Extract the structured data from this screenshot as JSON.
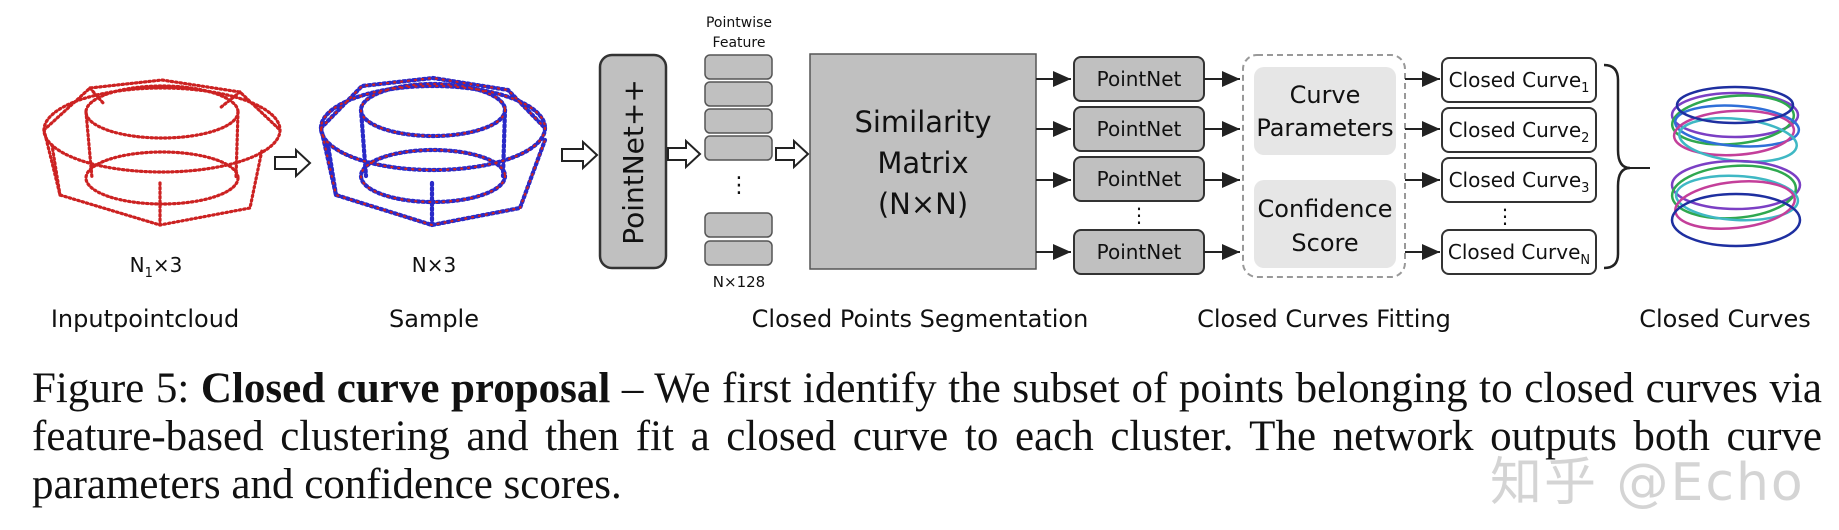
{
  "diagram": {
    "input_cloud": {
      "dim_label_n": "N",
      "dim_label_sub": "1",
      "dim_label_rest": "×3",
      "section_label": "Inputpointcloud"
    },
    "sample": {
      "dim_label": "N×3",
      "section_label": "Sample"
    },
    "pointnetpp_label": "PointNet++",
    "pointwise_feature": {
      "title_line1": "Pointwise",
      "title_line2": "Feature",
      "dim_label": "N×128",
      "ellipsis": "⋮"
    },
    "similarity": {
      "line1": "Similarity",
      "line2": "Matrix",
      "line3": "(N×N)"
    },
    "segmentation_label": "Closed Points Segmentation",
    "pointnet_label": "PointNet",
    "pointnet_ellipsis": "⋮",
    "fitting": {
      "curve_params_line1": "Curve",
      "curve_params_line2": "Parameters",
      "confidence_line1": "Confidence",
      "confidence_line2": "Score",
      "section_label": "Closed Curves Fitting"
    },
    "closed_curves": [
      {
        "label": "Closed Curve",
        "sub": "1"
      },
      {
        "label": "Closed Curve",
        "sub": "2"
      },
      {
        "label": "Closed Curve",
        "sub": "3"
      },
      {
        "label": "Closed Curve",
        "sub": "N"
      }
    ],
    "curves_ellipsis": "⋮",
    "output_label": "Closed Curves",
    "colors": {
      "box_gray": "#c0c0c0",
      "box_border": "#333333",
      "red_points": "#cc2222",
      "blue_points": "#2a2ac8",
      "curve_colors": [
        "#7b3fc4",
        "#2fa84f",
        "#2f6fd8",
        "#c43f9a",
        "#3fb8c4",
        "#1e2fa0"
      ]
    }
  },
  "caption": {
    "prefix": "Figure 5: ",
    "bold": "Closed curve proposal",
    "text": " – We first identify the subset of points belonging to closed curves via feature-based clustering and then fit a closed curve to each cluster. The network outputs both curve parameters and confidence scores."
  },
  "watermark": "知乎 @Echo"
}
